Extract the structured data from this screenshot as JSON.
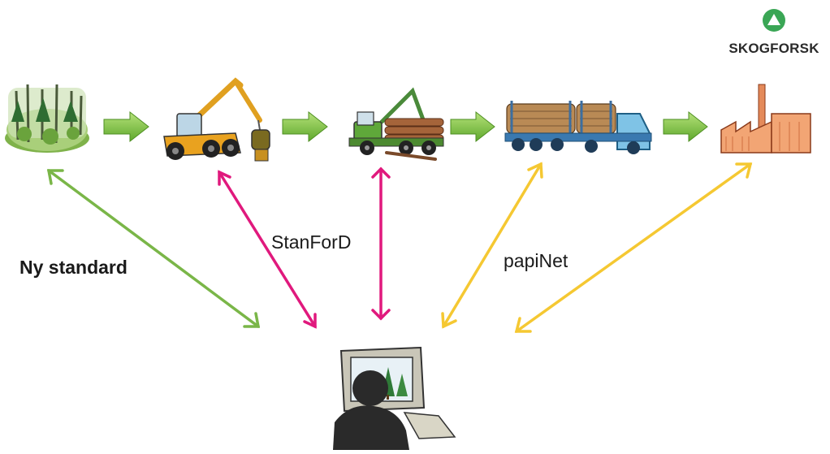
{
  "logo": {
    "text": "SKOGFORSK",
    "icon": "skogforsk-logo-icon"
  },
  "process_chain": [
    {
      "name": "forest",
      "icon": "forest-icon"
    },
    {
      "name": "harvester",
      "icon": "harvester-icon"
    },
    {
      "name": "forwarder",
      "icon": "forwarder-icon"
    },
    {
      "name": "timber-truck",
      "icon": "timber-truck-icon"
    },
    {
      "name": "mill",
      "icon": "factory-icon"
    }
  ],
  "labels": {
    "ny_standard": "Ny standard",
    "stanford": "StanForD",
    "papinet": "papiNet"
  },
  "colors": {
    "flow_arrow": "#7dc242",
    "ny_standard": "#7ab648",
    "stanford": "#e0197d",
    "papinet": "#f5c832"
  },
  "central_icon": "person-at-computer-icon"
}
